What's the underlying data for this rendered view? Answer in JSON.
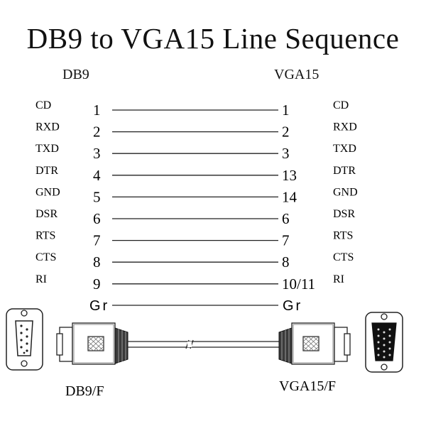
{
  "title": "DB9 to VGA15 Line Sequence",
  "left_header": "DB9",
  "right_header": "VGA15",
  "rows": [
    {
      "left_signal": "CD",
      "left_pin": "1",
      "right_pin": "1",
      "right_signal": "CD"
    },
    {
      "left_signal": "RXD",
      "left_pin": "2",
      "right_pin": "2",
      "right_signal": "RXD"
    },
    {
      "left_signal": "TXD",
      "left_pin": "3",
      "right_pin": "3",
      "right_signal": "TXD"
    },
    {
      "left_signal": "DTR",
      "left_pin": "4",
      "right_pin": "13",
      "right_signal": "DTR"
    },
    {
      "left_signal": "GND",
      "left_pin": "5",
      "right_pin": "14",
      "right_signal": "GND"
    },
    {
      "left_signal": "DSR",
      "left_pin": "6",
      "right_pin": "6",
      "right_signal": "DSR"
    },
    {
      "left_signal": "RTS",
      "left_pin": "7",
      "right_pin": "7",
      "right_signal": "RTS"
    },
    {
      "left_signal": "CTS",
      "left_pin": "8",
      "right_pin": "8",
      "right_signal": "CTS"
    },
    {
      "left_signal": "RI",
      "left_pin": "9",
      "right_pin": "10/11",
      "right_signal": "RI"
    }
  ],
  "ground_row": {
    "left_pin": "Gr",
    "right_pin": "Gr"
  },
  "left_connector_label": "DB9/F",
  "right_connector_label": "VGA15/F"
}
